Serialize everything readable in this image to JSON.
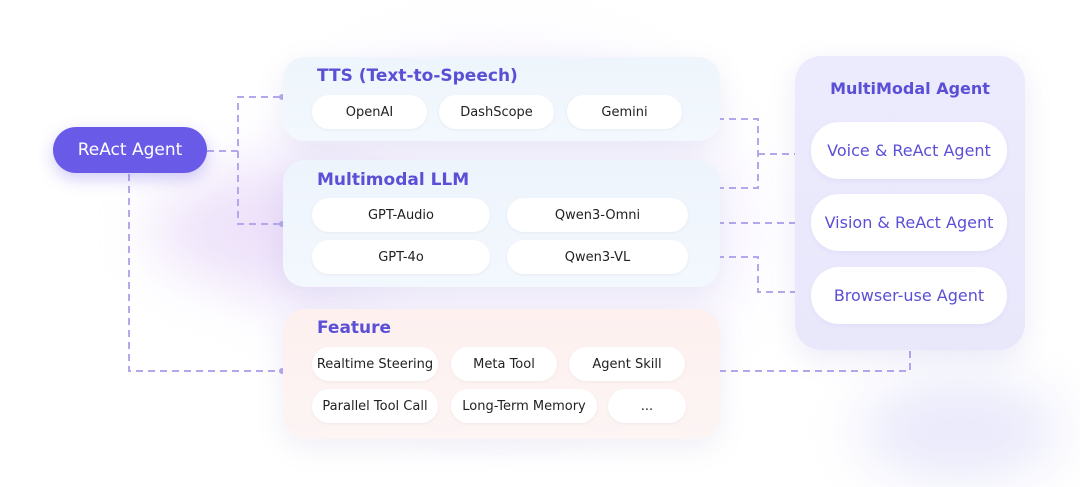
{
  "react_agent": {
    "label": "ReAct Agent"
  },
  "tts": {
    "title": "TTS (Text-to-Speech)",
    "items": [
      "OpenAI",
      "DashScope",
      "Gemini"
    ]
  },
  "llm": {
    "title": "Multimodal LLM",
    "items": [
      "GPT-Audio",
      "Qwen3-Omni",
      "GPT-4o",
      "Qwen3-VL"
    ]
  },
  "feature": {
    "title": "Feature",
    "items": [
      "Realtime Steering",
      "Meta Tool",
      "Agent Skill",
      "Parallel Tool Call",
      "Long-Term Memory",
      "..."
    ]
  },
  "multimodal_agent": {
    "title": "MultiModal Agent",
    "items": [
      "Voice & ReAct Agent",
      "Vision & ReAct Agent",
      "Browser-use Agent"
    ]
  },
  "colors": {
    "accent": "#6a5ae8",
    "title_text": "#5b4fd6",
    "connector": "#b3a8ec",
    "tts_bg": "#eef5fc",
    "llm_bg": "#eef4fc",
    "feature_bg": "#fdf0ef",
    "agent_panel_bg": "#eceafd"
  }
}
